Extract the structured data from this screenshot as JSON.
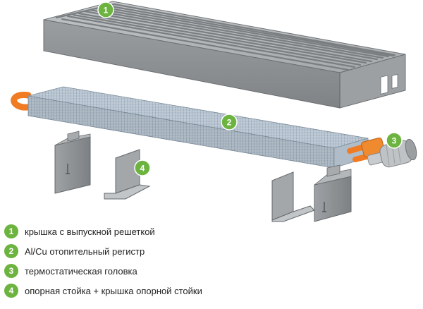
{
  "theme": {
    "badge_color": "#6cb33f",
    "badge_text_color": "#ffffff",
    "metal_color": "#8f9396",
    "grille_color": "#a9b8c6",
    "pipe_color": "#f07b22"
  },
  "parts": [
    {
      "number": "1",
      "label": "крышка с выпускной решеткой",
      "icon": "grille-cover"
    },
    {
      "number": "2",
      "label": "Al/Cu отопительный регистр",
      "icon": "heat-exchanger"
    },
    {
      "number": "3",
      "label": "термостатическая головка",
      "icon": "thermostatic-head"
    },
    {
      "number": "4",
      "label": "опорная стойка + крышка опорной стойки",
      "icon": "support-bracket"
    }
  ]
}
